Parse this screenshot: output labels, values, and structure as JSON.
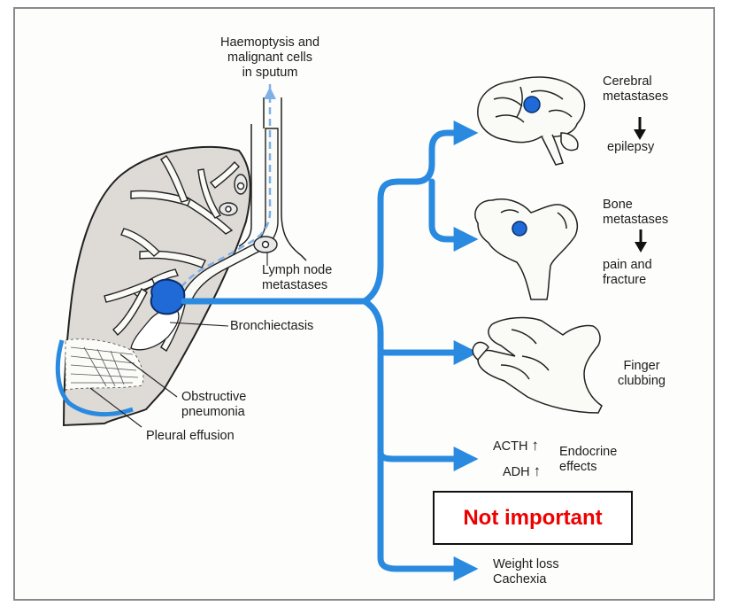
{
  "labels": {
    "haemoptysis": [
      "Haemoptysis and",
      "malignant cells",
      "in sputum"
    ],
    "cerebral": [
      "Cerebral",
      "metastases"
    ],
    "epilepsy": "epilepsy",
    "bone": [
      "Bone",
      "metastases"
    ],
    "pain_fracture": [
      "pain and",
      "fracture"
    ],
    "lymph": [
      "Lymph node",
      "metastases"
    ],
    "bronchiectasis": "Bronchiectasis",
    "finger": [
      "Finger",
      "clubbing"
    ],
    "pneumonia": [
      "Obstructive",
      "pneumonia"
    ],
    "pleural": "Pleural effusion",
    "acth": "ACTH",
    "adh": "ADH",
    "endocrine": [
      "Endocrine",
      "effects"
    ],
    "weight": [
      "Weight loss",
      "Cachexia"
    ],
    "up_arrow": "↑",
    "down_arrow": "↓"
  },
  "note": "Not important",
  "colors": {
    "arrow_blue": "#2a8ae0",
    "tumour_blue": "#1f6ad6",
    "lung_fill": "#dedad6",
    "note_red": "#ee0000"
  }
}
